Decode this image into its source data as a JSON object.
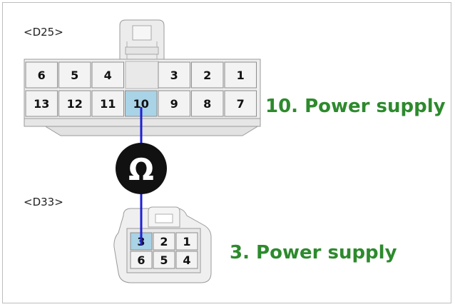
{
  "connectors": {
    "d25": {
      "label": "<D25>",
      "top_row": [
        "6",
        "5",
        "4",
        "3",
        "2",
        "1"
      ],
      "bottom_row": [
        "13",
        "12",
        "11",
        "10",
        "9",
        "8",
        "7"
      ],
      "highlight_pin": "10"
    },
    "d33": {
      "label": "<D33>",
      "top_row": [
        "3",
        "2",
        "1"
      ],
      "bottom_row": [
        "6",
        "5",
        "4"
      ],
      "highlight_pin": "3"
    }
  },
  "meter": {
    "symbol": "Ω",
    "icon": "ohmmeter-icon"
  },
  "callouts": {
    "d25": "10. Power supply",
    "d33": "3. Power supply"
  },
  "colors": {
    "wire": "#1f1fd6",
    "highlight_pin": "#a9d3e6",
    "callout_text": "#2d8a2d",
    "connector_body": "#eeeeee",
    "pin_face": "#f3f3f3"
  }
}
